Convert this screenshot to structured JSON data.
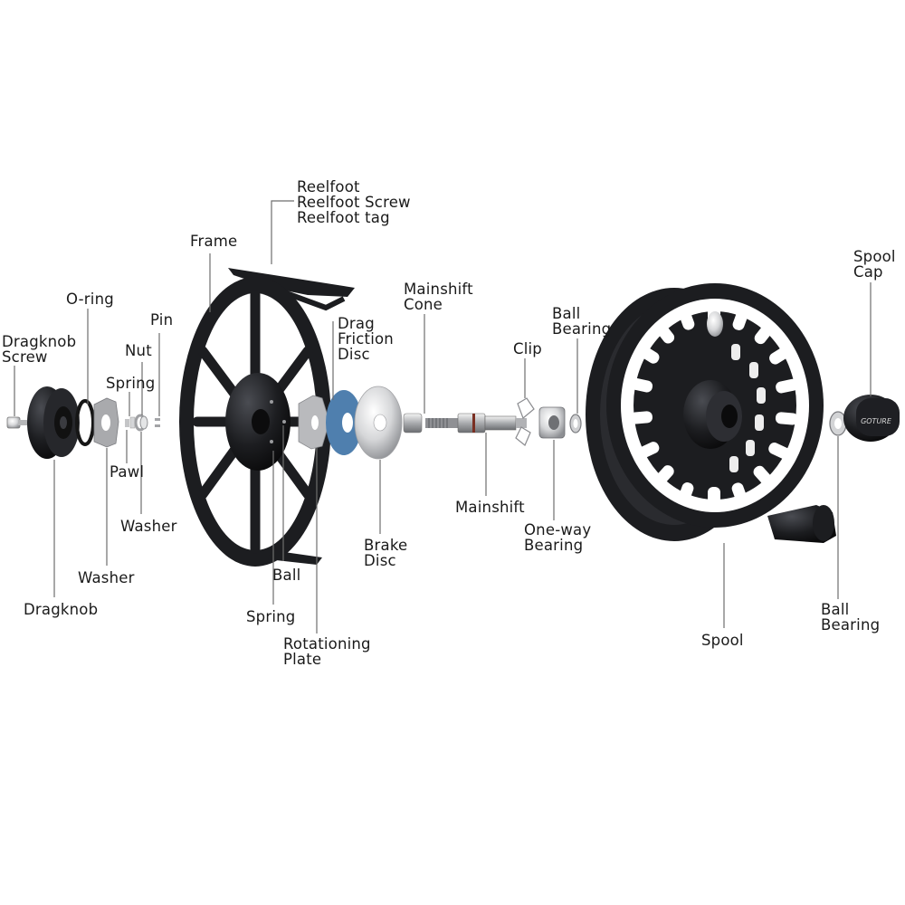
{
  "labels": {
    "reelfoot": "Reelfoot",
    "reelfoot_screw": "Reelfoot Screw",
    "reelfoot_tag": "Reelfoot tag",
    "frame": "Frame",
    "o_ring": "O-ring",
    "dragknob_screw_1": "Dragknob",
    "dragknob_screw_2": "Screw",
    "nut": "Nut",
    "pin": "Pin",
    "spring_top": "Spring",
    "pawl": "Pawl",
    "washer_small": "Washer",
    "washer_large": "Washer",
    "dragknob": "Dragknob",
    "drag_friction_1": "Drag",
    "drag_friction_2": "Friction",
    "drag_friction_3": "Disc",
    "mainshift_cone_1": "Mainshift",
    "mainshift_cone_2": "Cone",
    "clip": "Clip",
    "ball_bearing_top_1": "Ball",
    "ball_bearing_top_2": "Bearing",
    "spool_cap_1": "Spool",
    "spool_cap_2": "Cap",
    "mainshift": "Mainshift",
    "one_way_1": "One-way",
    "one_way_2": "Bearing",
    "brake_disc_1": "Brake",
    "brake_disc_2": "Disc",
    "ball": "Ball",
    "spring_bottom": "Spring",
    "rotationing_1": "Rotationing",
    "rotationing_2": "Plate",
    "spool": "Spool",
    "ball_bearing_bottom_1": "Ball",
    "ball_bearing_bottom_2": "Bearing"
  },
  "brand_text": "GOTURE",
  "colors": {
    "metal_black": "#1c1d20",
    "friction_blue": "#4f7fae",
    "steel": "#c8c9cb",
    "leader_line": "#6e6e6e"
  }
}
